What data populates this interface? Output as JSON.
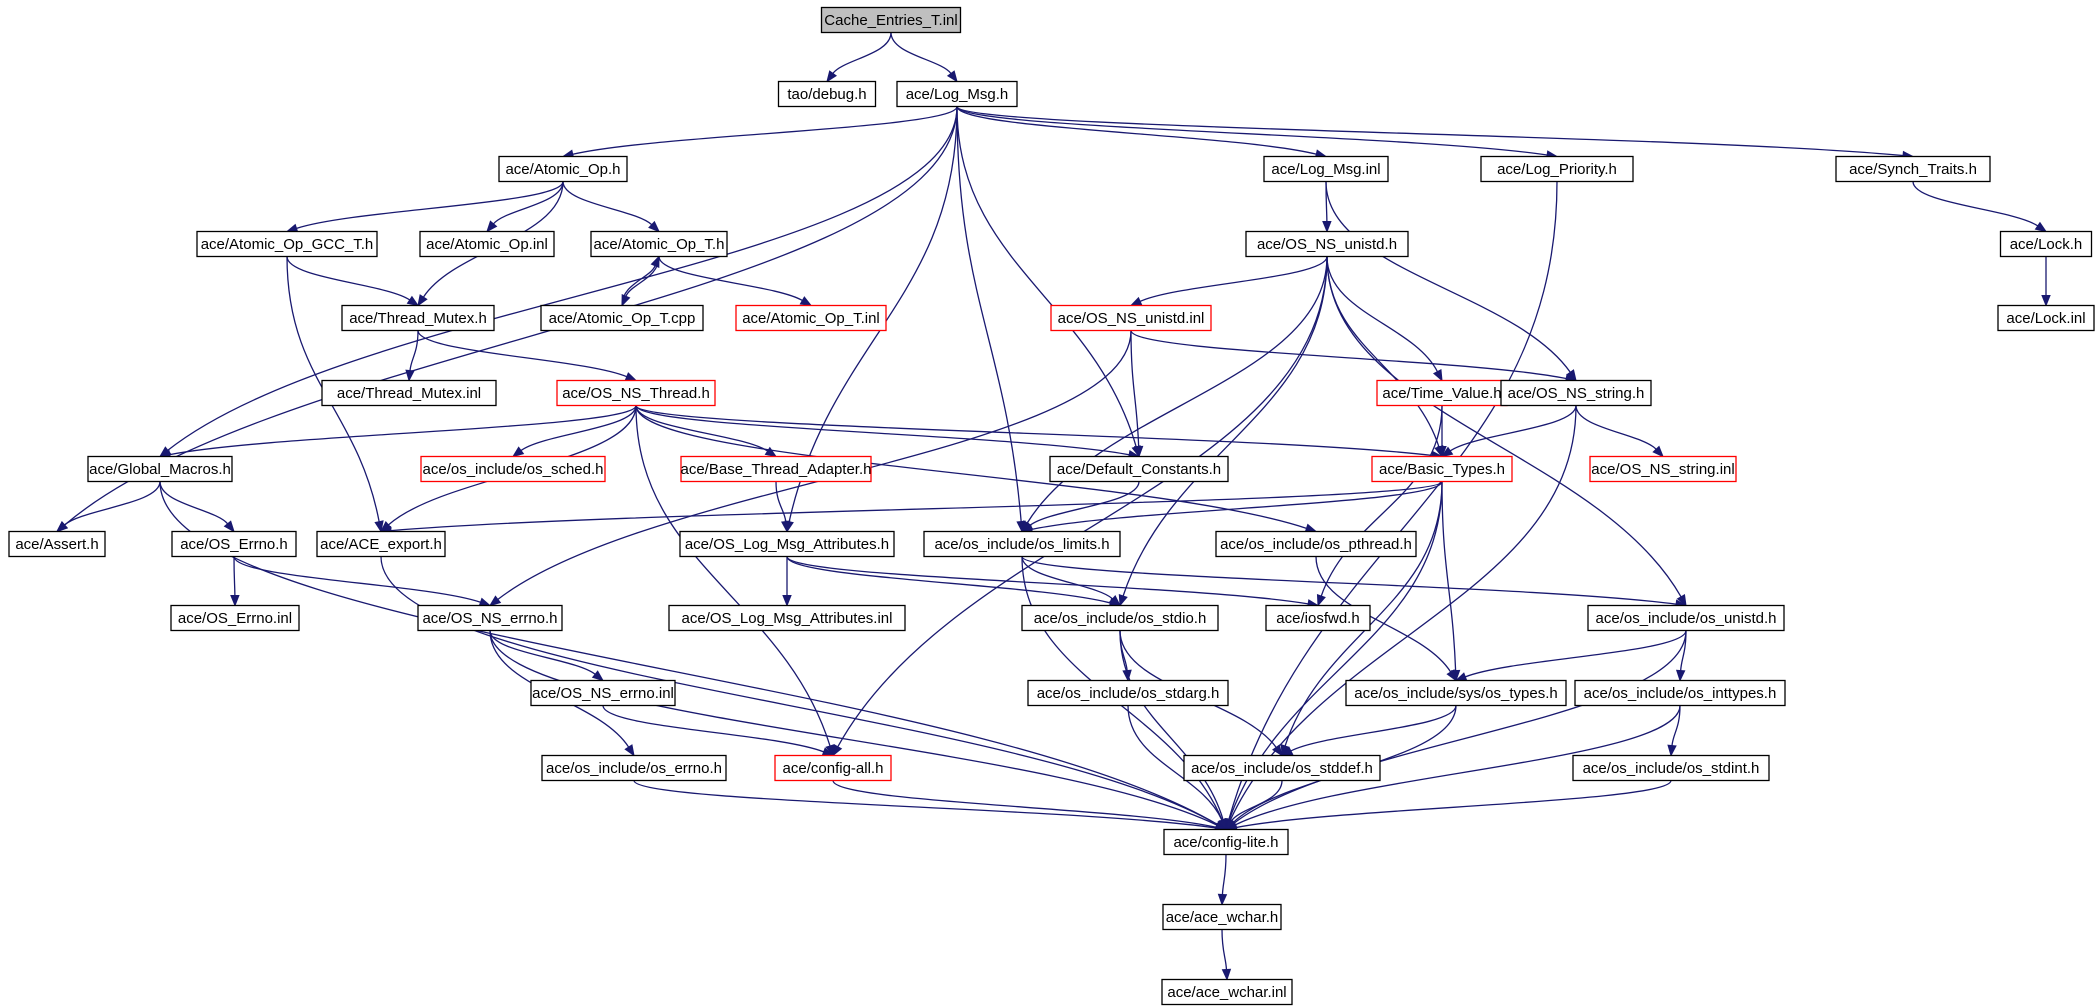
{
  "diagram": {
    "title": "",
    "colors": {
      "edge": "#191970",
      "node_border": "#000000",
      "truncated_border": "#ff0000",
      "root_fill": "#bfbfbf",
      "background": "#ffffff"
    },
    "nodes": [
      {
        "id": "cache_entries_t_inl",
        "label": "Cache_Entries_T.inl",
        "root": true
      },
      {
        "id": "tao_debug_h",
        "label": "tao/debug.h"
      },
      {
        "id": "log_msg_h",
        "label": "ace/Log_Msg.h"
      },
      {
        "id": "atomic_op_h",
        "label": "ace/Atomic_Op.h"
      },
      {
        "id": "log_msg_inl",
        "label": "ace/Log_Msg.inl"
      },
      {
        "id": "log_priority_h",
        "label": "ace/Log_Priority.h"
      },
      {
        "id": "synch_traits_h",
        "label": "ace/Synch_Traits.h"
      },
      {
        "id": "atomic_op_gcc_t_h",
        "label": "ace/Atomic_Op_GCC_T.h"
      },
      {
        "id": "atomic_op_inl",
        "label": "ace/Atomic_Op.inl"
      },
      {
        "id": "atomic_op_t_h",
        "label": "ace/Atomic_Op_T.h"
      },
      {
        "id": "os_ns_unistd_h",
        "label": "ace/OS_NS_unistd.h"
      },
      {
        "id": "lock_h",
        "label": "ace/Lock.h"
      },
      {
        "id": "thread_mutex_h",
        "label": "ace/Thread_Mutex.h"
      },
      {
        "id": "atomic_op_t_cpp",
        "label": "ace/Atomic_Op_T.cpp"
      },
      {
        "id": "atomic_op_t_inl",
        "label": "ace/Atomic_Op_T.inl",
        "truncated": true
      },
      {
        "id": "os_ns_unistd_inl",
        "label": "ace/OS_NS_unistd.inl",
        "truncated": true
      },
      {
        "id": "lock_inl",
        "label": "ace/Lock.inl"
      },
      {
        "id": "thread_mutex_inl",
        "label": "ace/Thread_Mutex.inl"
      },
      {
        "id": "os_ns_thread_h",
        "label": "ace/OS_NS_Thread.h",
        "truncated": true
      },
      {
        "id": "time_value_h",
        "label": "ace/Time_Value.h",
        "truncated": true
      },
      {
        "id": "os_ns_string_h",
        "label": "ace/OS_NS_string.h"
      },
      {
        "id": "global_macros_h",
        "label": "ace/Global_Macros.h"
      },
      {
        "id": "os_sched_h",
        "label": "ace/os_include/os_sched.h",
        "truncated": true
      },
      {
        "id": "base_thread_adapter_h",
        "label": "ace/Base_Thread_Adapter.h",
        "truncated": true
      },
      {
        "id": "default_constants_h",
        "label": "ace/Default_Constants.h"
      },
      {
        "id": "basic_types_h",
        "label": "ace/Basic_Types.h",
        "truncated": true
      },
      {
        "id": "os_ns_string_inl",
        "label": "ace/OS_NS_string.inl",
        "truncated": true
      },
      {
        "id": "assert_h",
        "label": "ace/Assert.h"
      },
      {
        "id": "os_errno_h",
        "label": "ace/OS_Errno.h"
      },
      {
        "id": "ace_export_h",
        "label": "ace/ACE_export.h"
      },
      {
        "id": "os_log_msg_attributes_h",
        "label": "ace/OS_Log_Msg_Attributes.h"
      },
      {
        "id": "os_limits_h",
        "label": "ace/os_include/os_limits.h"
      },
      {
        "id": "os_pthread_h",
        "label": "ace/os_include/os_pthread.h"
      },
      {
        "id": "os_errno_inl",
        "label": "ace/OS_Errno.inl"
      },
      {
        "id": "os_ns_errno_h",
        "label": "ace/OS_NS_errno.h"
      },
      {
        "id": "os_log_msg_attributes_inl",
        "label": "ace/OS_Log_Msg_Attributes.inl"
      },
      {
        "id": "os_stdio_h",
        "label": "ace/os_include/os_stdio.h"
      },
      {
        "id": "iosfwd_h",
        "label": "ace/iosfwd.h"
      },
      {
        "id": "os_unistd_h",
        "label": "ace/os_include/os_unistd.h"
      },
      {
        "id": "os_ns_errno_inl",
        "label": "ace/OS_NS_errno.inl"
      },
      {
        "id": "os_stdarg_h",
        "label": "ace/os_include/os_stdarg.h"
      },
      {
        "id": "sys_os_types_h",
        "label": "ace/os_include/sys/os_types.h"
      },
      {
        "id": "os_inttypes_h",
        "label": "ace/os_include/os_inttypes.h"
      },
      {
        "id": "os_errno_os_h",
        "label": "ace/os_include/os_errno.h"
      },
      {
        "id": "config_all_h",
        "label": "ace/config-all.h",
        "truncated": true
      },
      {
        "id": "os_stddef_h",
        "label": "ace/os_include/os_stddef.h"
      },
      {
        "id": "os_stdint_h",
        "label": "ace/os_include/os_stdint.h"
      },
      {
        "id": "config_lite_h",
        "label": "ace/config-lite.h"
      },
      {
        "id": "ace_wchar_h",
        "label": "ace/ace_wchar.h"
      },
      {
        "id": "ace_wchar_inl",
        "label": "ace/ace_wchar.inl"
      }
    ],
    "edges": [
      [
        "cache_entries_t_inl",
        "tao_debug_h"
      ],
      [
        "cache_entries_t_inl",
        "log_msg_h"
      ],
      [
        "log_msg_h",
        "atomic_op_h"
      ],
      [
        "log_msg_h",
        "log_msg_inl"
      ],
      [
        "log_msg_h",
        "log_priority_h"
      ],
      [
        "log_msg_h",
        "synch_traits_h"
      ],
      [
        "log_msg_h",
        "global_macros_h"
      ],
      [
        "log_msg_h",
        "assert_h"
      ],
      [
        "log_msg_h",
        "os_log_msg_attributes_h"
      ],
      [
        "log_msg_h",
        "os_limits_h"
      ],
      [
        "log_msg_h",
        "default_constants_h"
      ],
      [
        "atomic_op_h",
        "atomic_op_gcc_t_h"
      ],
      [
        "atomic_op_h",
        "atomic_op_inl"
      ],
      [
        "atomic_op_h",
        "atomic_op_t_h"
      ],
      [
        "atomic_op_h",
        "thread_mutex_h"
      ],
      [
        "atomic_op_gcc_t_h",
        "thread_mutex_h"
      ],
      [
        "atomic_op_gcc_t_h",
        "ace_export_h"
      ],
      [
        "atomic_op_t_h",
        "atomic_op_t_cpp"
      ],
      [
        "atomic_op_t_cpp",
        "atomic_op_t_h"
      ],
      [
        "atomic_op_t_h",
        "atomic_op_t_inl"
      ],
      [
        "log_msg_inl",
        "os_ns_unistd_h"
      ],
      [
        "log_msg_inl",
        "os_ns_string_h"
      ],
      [
        "synch_traits_h",
        "lock_h"
      ],
      [
        "lock_h",
        "lock_inl"
      ],
      [
        "log_priority_h",
        "config_lite_h"
      ],
      [
        "os_ns_unistd_h",
        "os_ns_unistd_inl"
      ],
      [
        "os_ns_unistd_h",
        "time_value_h"
      ],
      [
        "os_ns_unistd_h",
        "basic_types_h"
      ],
      [
        "os_ns_unistd_h",
        "os_unistd_h"
      ],
      [
        "os_ns_unistd_h",
        "os_stdio_h"
      ],
      [
        "os_ns_unistd_h",
        "os_limits_h"
      ],
      [
        "os_ns_unistd_h",
        "config_all_h"
      ],
      [
        "thread_mutex_h",
        "thread_mutex_inl"
      ],
      [
        "thread_mutex_h",
        "os_ns_thread_h"
      ],
      [
        "os_ns_unistd_inl",
        "default_constants_h"
      ],
      [
        "os_ns_unistd_inl",
        "os_ns_string_h"
      ],
      [
        "os_ns_unistd_inl",
        "os_ns_errno_h"
      ],
      [
        "os_ns_thread_h",
        "global_macros_h"
      ],
      [
        "os_ns_thread_h",
        "os_sched_h"
      ],
      [
        "os_ns_thread_h",
        "base_thread_adapter_h"
      ],
      [
        "os_ns_thread_h",
        "default_constants_h"
      ],
      [
        "os_ns_thread_h",
        "basic_types_h"
      ],
      [
        "os_ns_thread_h",
        "ace_export_h"
      ],
      [
        "os_ns_thread_h",
        "os_pthread_h"
      ],
      [
        "os_ns_thread_h",
        "config_all_h"
      ],
      [
        "time_value_h",
        "basic_types_h"
      ],
      [
        "time_value_h",
        "iosfwd_h"
      ],
      [
        "os_ns_string_h",
        "os_ns_string_inl"
      ],
      [
        "os_ns_string_h",
        "basic_types_h"
      ],
      [
        "os_ns_string_h",
        "config_lite_h"
      ],
      [
        "global_macros_h",
        "assert_h"
      ],
      [
        "global_macros_h",
        "os_errno_h"
      ],
      [
        "global_macros_h",
        "config_lite_h"
      ],
      [
        "base_thread_adapter_h",
        "os_log_msg_attributes_h"
      ],
      [
        "default_constants_h",
        "os_limits_h"
      ],
      [
        "basic_types_h",
        "ace_export_h"
      ],
      [
        "basic_types_h",
        "os_limits_h"
      ],
      [
        "basic_types_h",
        "sys_os_types_h"
      ],
      [
        "basic_types_h",
        "os_stddef_h"
      ],
      [
        "basic_types_h",
        "config_lite_h"
      ],
      [
        "os_errno_h",
        "os_errno_inl"
      ],
      [
        "os_errno_h",
        "os_ns_errno_h"
      ],
      [
        "ace_export_h",
        "config_lite_h"
      ],
      [
        "os_log_msg_attributes_h",
        "os_log_msg_attributes_inl"
      ],
      [
        "os_log_msg_attributes_h",
        "os_stdio_h"
      ],
      [
        "os_log_msg_attributes_h",
        "iosfwd_h"
      ],
      [
        "os_limits_h",
        "os_stdio_h"
      ],
      [
        "os_limits_h",
        "os_unistd_h"
      ],
      [
        "os_limits_h",
        "config_lite_h"
      ],
      [
        "os_pthread_h",
        "sys_os_types_h"
      ],
      [
        "os_ns_errno_h",
        "os_ns_errno_inl"
      ],
      [
        "os_ns_errno_h",
        "os_errno_os_h"
      ],
      [
        "os_ns_errno_h",
        "config_lite_h"
      ],
      [
        "os_ns_errno_inl",
        "config_all_h"
      ],
      [
        "os_stdio_h",
        "os_stdarg_h"
      ],
      [
        "os_stdio_h",
        "os_stddef_h"
      ],
      [
        "os_stdio_h",
        "config_lite_h"
      ],
      [
        "os_unistd_h",
        "sys_os_types_h"
      ],
      [
        "os_unistd_h",
        "os_inttypes_h"
      ],
      [
        "os_unistd_h",
        "config_lite_h"
      ],
      [
        "os_stdarg_h",
        "config_lite_h"
      ],
      [
        "sys_os_types_h",
        "os_stddef_h"
      ],
      [
        "sys_os_types_h",
        "config_lite_h"
      ],
      [
        "os_inttypes_h",
        "os_stdint_h"
      ],
      [
        "os_inttypes_h",
        "config_lite_h"
      ],
      [
        "os_errno_os_h",
        "config_lite_h"
      ],
      [
        "config_all_h",
        "config_lite_h"
      ],
      [
        "os_stddef_h",
        "config_lite_h"
      ],
      [
        "os_stdint_h",
        "config_lite_h"
      ],
      [
        "config_lite_h",
        "ace_wchar_h"
      ],
      [
        "ace_wchar_h",
        "ace_wchar_inl"
      ]
    ]
  }
}
